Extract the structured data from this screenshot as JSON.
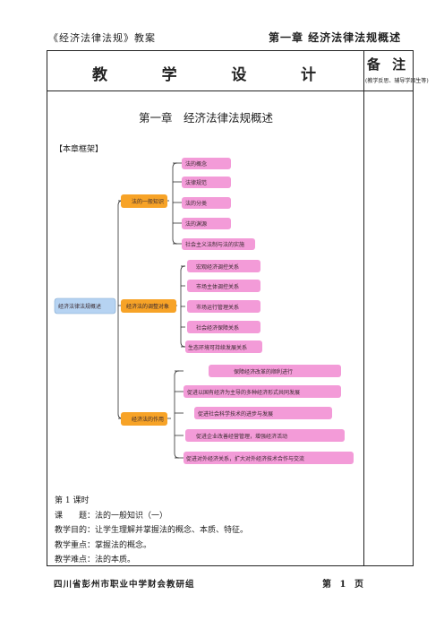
{
  "header": {
    "book_title": "《经济法律法规》教案",
    "chapter_running": "第一章 经济法律法规概述"
  },
  "table": {
    "title_chars": [
      "教",
      "学",
      "设",
      "计"
    ],
    "notes_title": "备 注",
    "notes_subtitle": "(教学反思、辅导学困生等)"
  },
  "content": {
    "chapter_title": "第一章　经济法律法规概述",
    "framework_label": "【本章框架】",
    "mindmap": {
      "root": "经济法律法规概述",
      "branches": [
        {
          "label": "法的一般知识",
          "children": [
            "法的概念",
            "法律规范",
            "法的分类",
            "法的渊源",
            "社会主义法制与法的实施"
          ]
        },
        {
          "label": "经济法的调整对象",
          "children": [
            "宏观经济调控关系",
            "市场主体调控关系",
            "市场运行管理关系",
            "社会经济保障关系",
            "生态环境可持续发展关系"
          ]
        },
        {
          "label": "经济法的作用",
          "children": [
            "保障经济改革的顺利进行",
            "促进以国有经济为主导的多种经济形式共同发展",
            "促进社会科学技术的进步与发展",
            "促进企业改善经营管理，增强经济活动",
            "促进对外经济关系，扩大对外经济技术合作与交流"
          ]
        }
      ]
    },
    "lesson": {
      "period": "第 1 课时",
      "topic_label": "课　　题：",
      "topic": "法的一般知识（一）",
      "goal_label": "教学目的：",
      "goal": "让学生理解并掌握法的概念、本质、特征。",
      "key_label": "教学重点：",
      "key": "掌握法的概念。",
      "difficulty_label": "教学难点：",
      "difficulty": "法的本质。"
    }
  },
  "footer": {
    "school": "四川省彭州市职业中学财会教研组",
    "page_prefix": "第",
    "page_number": "1",
    "page_suffix": "页"
  },
  "colors": {
    "root_fill": "#b6d3f2",
    "branch_fill": "#f7a327",
    "leaf_fill": "#f39bd8",
    "connector": "#2e2e2e"
  }
}
